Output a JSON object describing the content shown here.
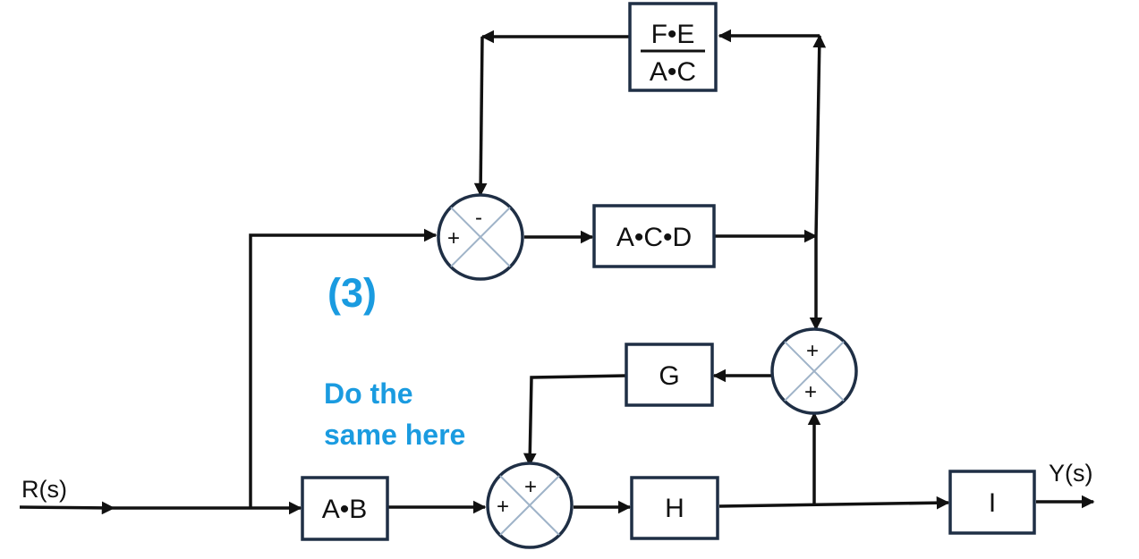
{
  "colors": {
    "line": "#111111",
    "block_border": "#1f2f45",
    "annotation": "#1a9be0"
  },
  "labels": {
    "input": "R(s)",
    "output": "Y(s)",
    "number": "(3)",
    "note_line1": "Do the",
    "note_line2": "same here"
  },
  "blocks": {
    "fe_ac": {
      "num": "F•E",
      "den": "A•C"
    },
    "acd": "A•C•D",
    "ab": "A•B",
    "g": "G",
    "h": "H",
    "i": "I"
  },
  "junctions": {
    "top": {
      "left_sign": "+",
      "top_sign": "-"
    },
    "right": {
      "top_sign": "+",
      "bottom_sign": "+"
    },
    "bottom": {
      "left_sign": "+",
      "top_sign": "+"
    }
  }
}
